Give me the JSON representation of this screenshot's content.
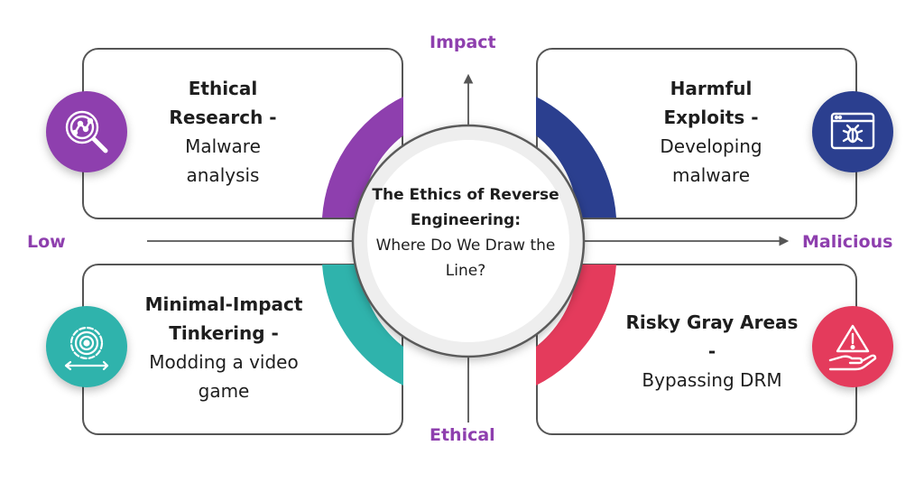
{
  "axes": {
    "top": "Impact",
    "bottom": "Ethical",
    "left": "Low",
    "right": "Malicious"
  },
  "center": {
    "title": "The Ethics of Reverse Engineering:",
    "subtitle": "Where Do We Draw the Line?"
  },
  "quadrants": {
    "top_left": {
      "title": "Ethical Research -",
      "description": "Malware analysis",
      "color": "#8e3fae",
      "icon": "magnifier-analysis-icon"
    },
    "top_right": {
      "title": "Harmful Exploits -",
      "description": "Developing malware",
      "color": "#2b3f8f",
      "icon": "browser-bug-icon"
    },
    "bottom_left": {
      "title": "Minimal-Impact Tinkering -",
      "description": "Modding a video game",
      "color": "#2fb3ac",
      "icon": "gear-target-icon"
    },
    "bottom_right": {
      "title": "Risky Gray Areas -",
      "description": "Bypassing DRM",
      "color": "#e43b5c",
      "icon": "hand-warning-icon"
    }
  }
}
